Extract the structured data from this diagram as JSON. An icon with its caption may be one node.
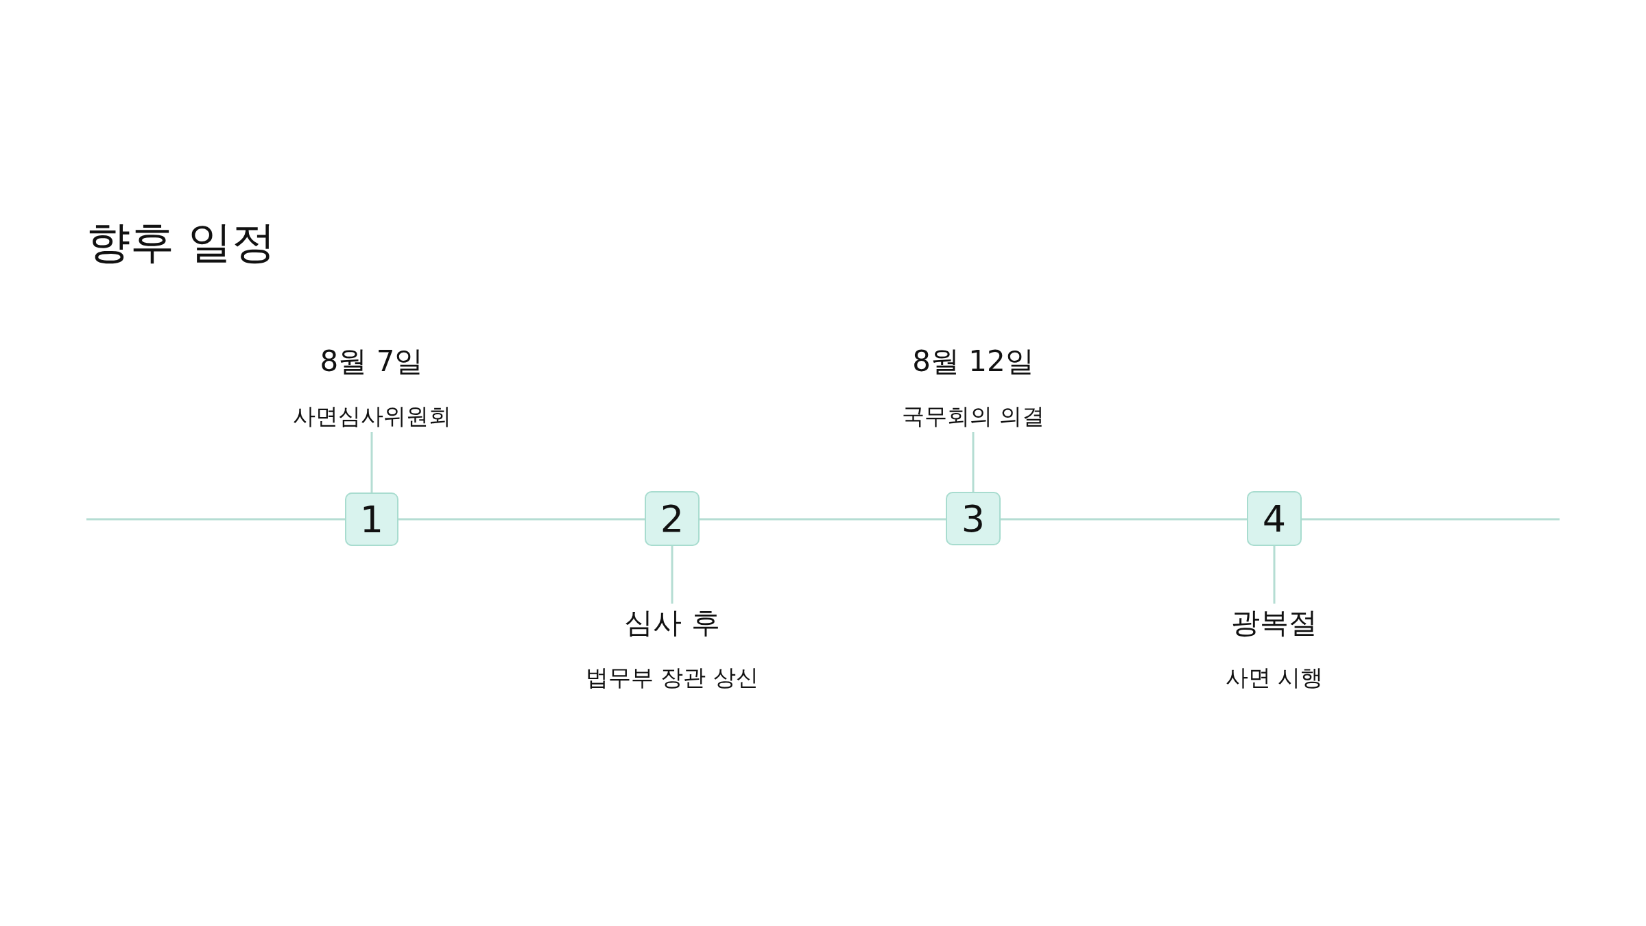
{
  "diagram": {
    "title": "향후 일정",
    "nodes": [
      {
        "text": [
          "8월 7일",
          "사면심사위원회"
        ]
      },
      {
        "text": [
          "1"
        ]
      },
      {
        "text": [
          "2"
        ]
      },
      {
        "text": [
          "심사 후",
          "법무부 장관 상신"
        ]
      },
      {
        "text": [
          "8월 12일",
          "국무회의 의결"
        ]
      },
      {
        "text": [
          "3"
        ]
      },
      {
        "text": [
          "4"
        ]
      },
      {
        "text": [
          "광복절",
          "사면 시행"
        ]
      }
    ],
    "edges": [
      {
        "from": null,
        "to": 1,
        "arrow": "none"
      },
      {
        "from": 1,
        "to": 2,
        "arrow": "none"
      },
      {
        "from": 2,
        "to": 5,
        "arrow": "none"
      },
      {
        "from": 5,
        "to": 6,
        "arrow": "none"
      },
      {
        "from": 6,
        "to": null,
        "arrow": "none"
      },
      {
        "from": 0,
        "to": 1,
        "arrow": "none"
      },
      {
        "from": 2,
        "to": 3,
        "arrow": "none"
      },
      {
        "from": 4,
        "to": 5,
        "arrow": "none"
      },
      {
        "from": 6,
        "to": 7,
        "arrow": "none"
      }
    ]
  }
}
